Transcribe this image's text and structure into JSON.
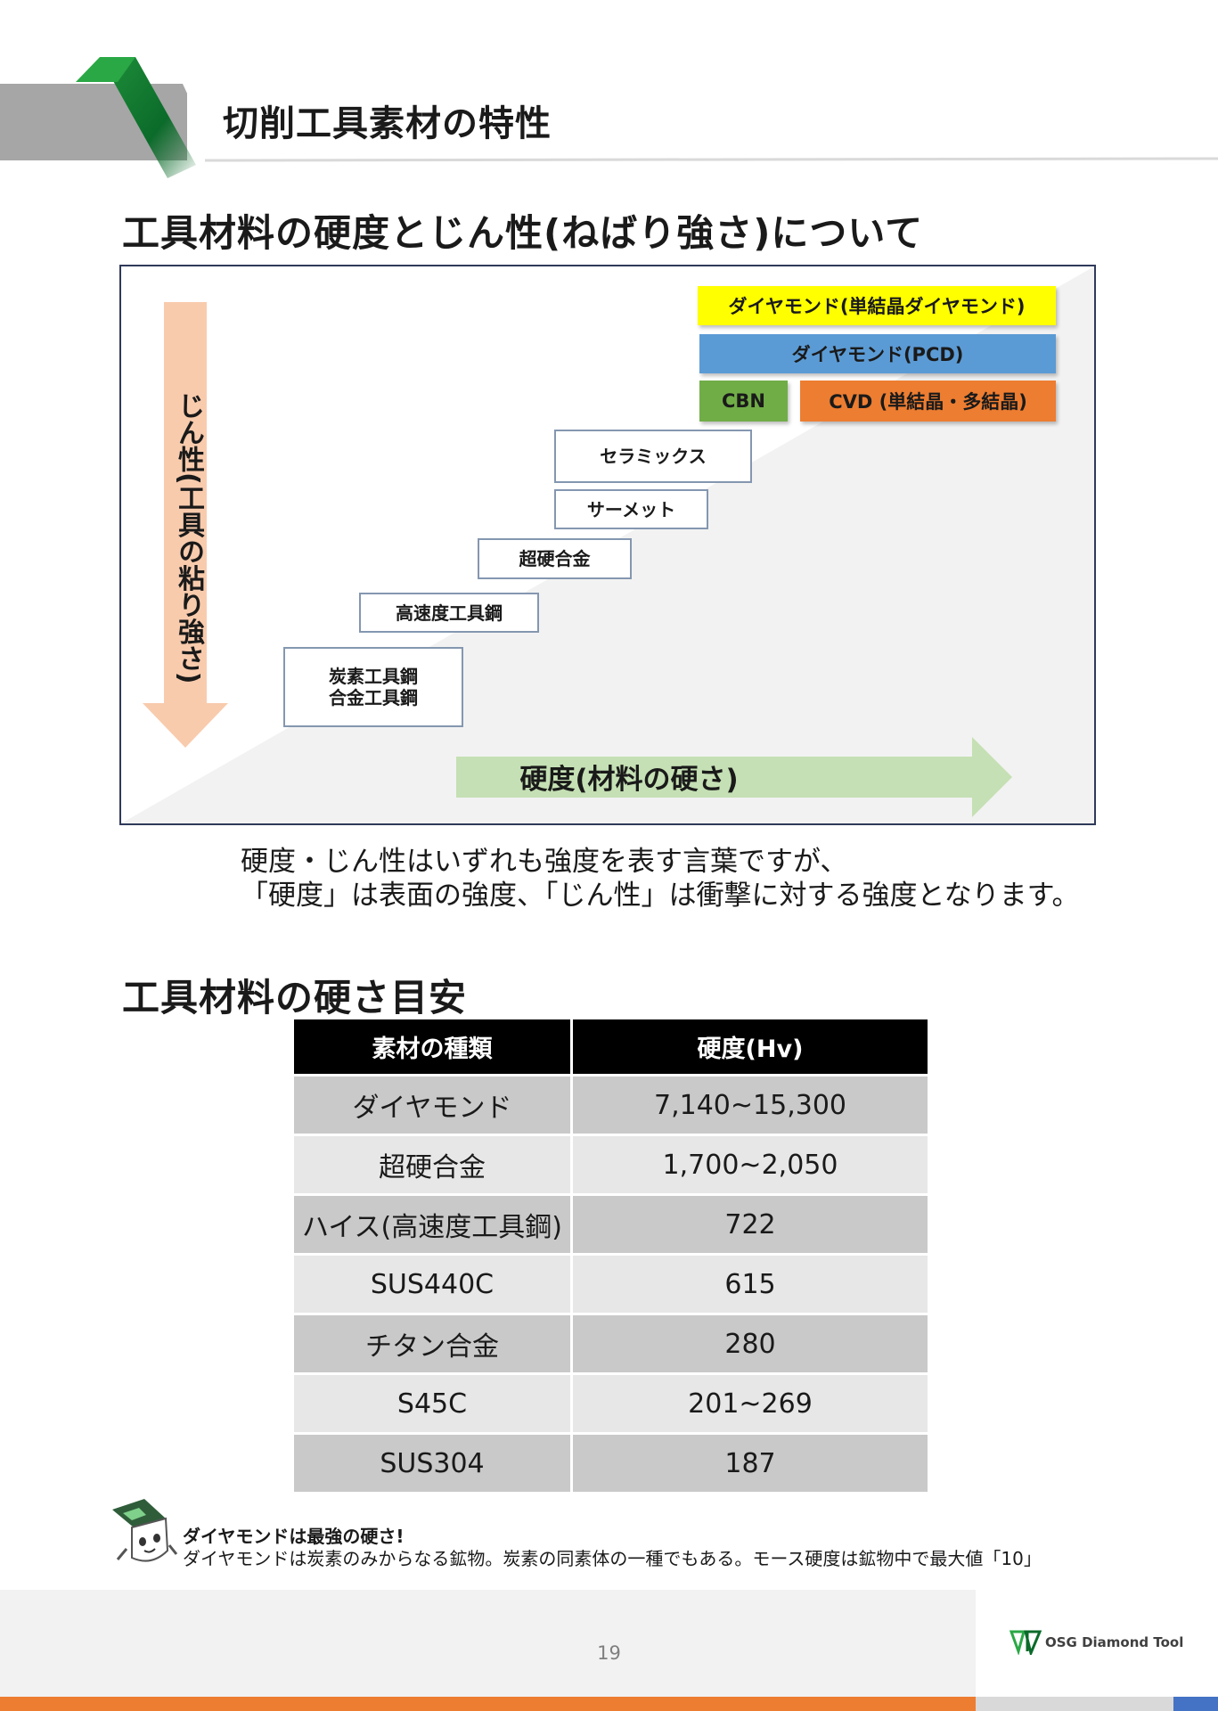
{
  "page_title": "切削工具素材の特性",
  "section1": {
    "heading": "工具材料の硬度とじん性(ねばり強さ)について",
    "toughness_label": "じん性(工具の粘り強さ)",
    "hardness_label": "硬度(材料の硬さ)",
    "materials": [
      {
        "line1": "炭素工具鋼",
        "line2": "合金工具鋼"
      },
      {
        "line1": "高速度工具鋼"
      },
      {
        "line1": "超硬合金"
      },
      {
        "line1": "サーメット"
      },
      {
        "line1": "セラミックス"
      }
    ],
    "top_tier": {
      "single_crystal": "ダイヤモンド(単結晶ダイヤモンド)",
      "pcd": "ダイヤモンド(PCD)",
      "cbn": "CBN",
      "cvd": "CVD (単結晶・多結晶)"
    },
    "colors": {
      "single_crystal": "#ffff00",
      "pcd": "#5b9bd5",
      "cbn": "#70ad47",
      "cvd": "#ed7d31",
      "toughness_arrow": "#f8cbad",
      "hardness_arrow": "#c5e0b4"
    },
    "description": {
      "line1": "硬度・じん性はいずれも強度を表す言葉ですが、",
      "line2": "「硬度」は表面の強度、「じん性」は衝撃に対する強度となります。"
    }
  },
  "section2": {
    "heading": "工具材料の硬さ目安",
    "table": {
      "headers": [
        "素材の種類",
        "硬度(Hv)"
      ],
      "rows": [
        [
          "ダイヤモンド",
          "7,140~15,300"
        ],
        [
          "超硬合金",
          "1,700~2,050"
        ],
        [
          "ハイス(高速度工具鋼)",
          "722"
        ],
        [
          "SUS440C",
          "615"
        ],
        [
          "チタン合金",
          "280"
        ],
        [
          "S45C",
          "201~269"
        ],
        [
          "SUS304",
          "187"
        ]
      ]
    }
  },
  "note": {
    "title": "ダイヤモンドは最強の硬さ!",
    "text": "ダイヤモンドは炭素のみからなる鉱物。炭素の同素体の一種でもある。モース硬度は鉱物中で最大値「10」"
  },
  "footer": {
    "page_number": "19",
    "logo_text": "OSG Diamond Tool"
  }
}
